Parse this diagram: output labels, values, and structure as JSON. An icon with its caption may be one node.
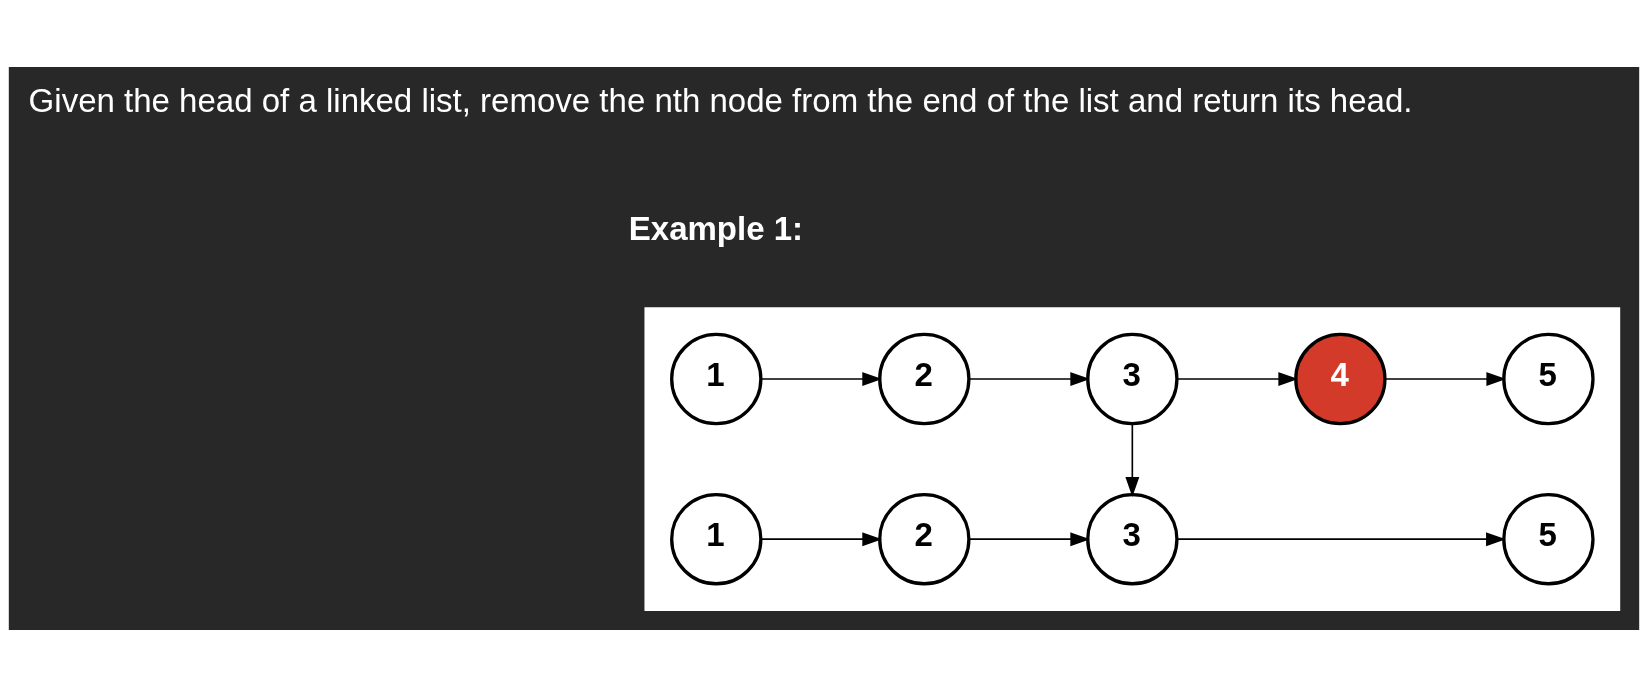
{
  "diagram": {
    "nodes": [
      {
        "text": [],
        "shape": "box"
      },
      {
        "text": [
          "1"
        ],
        "in": 0
      },
      {
        "text": [
          "2"
        ],
        "in": 0
      },
      {
        "text": [
          "3"
        ],
        "in": 0
      },
      {
        "text": [
          "4"
        ],
        "in": 0
      },
      {
        "text": [
          "5"
        ],
        "in": 0
      },
      {
        "text": [
          "1"
        ],
        "in": 0
      },
      {
        "text": [
          "2"
        ],
        "in": 0
      },
      {
        "text": [
          "3"
        ],
        "in": 0
      },
      {
        "text": [
          "5"
        ],
        "in": 0
      }
    ],
    "edges": [
      {
        "from": 1,
        "to": 2,
        "arrow": "to"
      },
      {
        "from": 2,
        "to": 3,
        "arrow": "to"
      },
      {
        "from": 3,
        "to": 4,
        "arrow": "to"
      },
      {
        "from": 4,
        "to": 5,
        "arrow": "to"
      },
      {
        "from": 3,
        "to": 8,
        "arrow": "to"
      },
      {
        "from": 6,
        "to": 7,
        "arrow": "to"
      },
      {
        "from": 7,
        "to": 8,
        "arrow": "to"
      },
      {
        "from": 8,
        "to": 9,
        "arrow": "to"
      }
    ],
    "labels": [
      "Given the head of a linked list, remove the nth node from the end of the list and return its head.",
      "Example 1:"
    ]
  }
}
